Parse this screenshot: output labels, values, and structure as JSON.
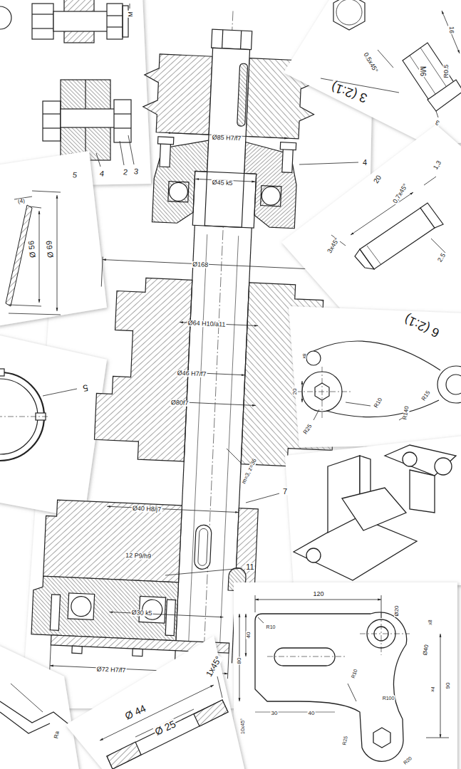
{
  "diagram": {
    "labels": [
      "M",
      "5",
      "4",
      "2",
      "3",
      "(4)",
      "Ø 56",
      "Ø 69",
      "5",
      "Ø85 H7/f7",
      "Ø45 k5",
      "4",
      "Ø168",
      "Ø64 H10/a11",
      "Ø46 H7/f7",
      "Ø80f7",
      "m=3, z=36",
      "7",
      "Ø40 H8/j7",
      "12 P9/h9",
      "11",
      "Ø30 k5",
      "Ø72 H7/f7",
      "M6",
      "0.5x45°",
      "R0.5",
      "16",
      "3 (2:1)",
      "3",
      "20",
      "1,3",
      "0,7x45°",
      "3x45°",
      "2.5",
      "6 (2:1)",
      "x8",
      "20",
      "R10",
      "R25",
      "R140",
      "R15",
      "120",
      "R10",
      "Ø20",
      "x8",
      "40",
      "80",
      "R10",
      "Ø40",
      "x4",
      "90",
      "R100",
      "30",
      "40",
      "10x45°",
      "R25",
      "R20",
      "Ø 44",
      "Ø 25",
      "1x45°",
      "Ra"
    ]
  }
}
